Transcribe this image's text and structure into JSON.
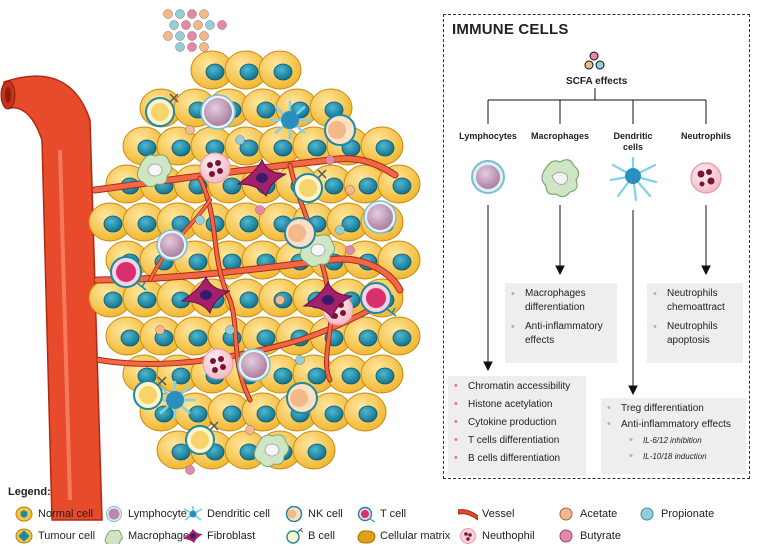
{
  "panel": {
    "title": "IMMUNE CELLS",
    "scfa_label": "SCFA effects",
    "columns": [
      {
        "label": "Lymphocytes"
      },
      {
        "label": "Macrophages"
      },
      {
        "label": "Dendritic\ncells"
      },
      {
        "label": "Neutrophils"
      }
    ],
    "macrophage_effects": [
      "Macrophages differentiation",
      "Anti-inflammatory effects"
    ],
    "neutrophil_effects": [
      "Neutrophils chemoattract",
      "Neutrophils apoptosis"
    ],
    "lymphocyte_effects": [
      "Chromatin accessibility",
      "Histone acetylation",
      "Cytokine production",
      "T cells differentiation",
      "B cells differentiation"
    ],
    "dendritic_effects": [
      "Treg differentiation",
      "Anti-inflammatory effects"
    ],
    "dendritic_sub_effects": [
      "IL-6/12 inhibition",
      "IL-10/18 induction"
    ]
  },
  "legend": {
    "title": "Legend:",
    "items": [
      {
        "label": "Normal cell",
        "icon": "normal-cell-icon"
      },
      {
        "label": "Lymphocyte",
        "icon": "lymphocyte-icon"
      },
      {
        "label": "Dendritic cell",
        "icon": "dendritic-cell-icon"
      },
      {
        "label": "NK cell",
        "icon": "nk-cell-icon"
      },
      {
        "label": "T cell",
        "icon": "t-cell-icon"
      },
      {
        "label": "Vessel",
        "icon": "vessel-icon"
      },
      {
        "label": "Acetate",
        "icon": "acetate-icon"
      },
      {
        "label": "Propionate",
        "icon": "propionate-icon"
      },
      {
        "label": "Tumour cell",
        "icon": "tumour-cell-icon"
      },
      {
        "label": "Macrophage",
        "icon": "macrophage-icon"
      },
      {
        "label": "Fibroblast",
        "icon": "fibroblast-icon"
      },
      {
        "label": "B cell",
        "icon": "b-cell-icon"
      },
      {
        "label": "Cellular matrix",
        "icon": "cellular-matrix-icon"
      },
      {
        "label": "Neuthophil",
        "icon": "neutrophil-icon"
      },
      {
        "label": "Butyrate",
        "icon": "butyrate-icon"
      }
    ]
  },
  "colors": {
    "acetate": "#f4b98a",
    "propionate": "#8fd0dc",
    "butyrate": "#e488aa",
    "vessel": "#e84a2c",
    "normal_cell": "#f5c542",
    "tumour_nucleus": "#1a8aa6",
    "lymphocyte": "#c9a2bf",
    "fibroblast": "#a3206a"
  }
}
